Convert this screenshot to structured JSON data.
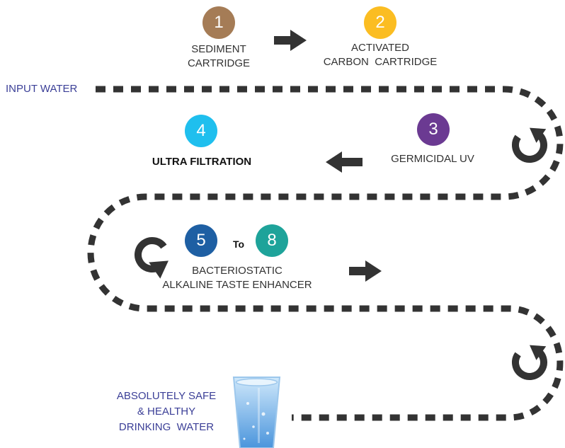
{
  "colors": {
    "path": "#333333",
    "arrow": "#333333",
    "blue_text": "#3b3f97",
    "step1": "#a57c56",
    "step2": "#fbbd22",
    "step3": "#6b3a92",
    "step4": "#1fbfee",
    "step5": "#1e5fa3",
    "step8": "#1ea39a"
  },
  "input_label": "INPUT WATER",
  "steps": [
    {
      "number": "1",
      "lines": [
        "SEDIMENT",
        "CARTRIDGE"
      ]
    },
    {
      "number": "2",
      "lines": [
        "ACTIVATED",
        "CARBON  CARTRIDGE"
      ]
    },
    {
      "number": "3",
      "lines": [
        "GERMICIDAL UV"
      ]
    },
    {
      "number": "4",
      "lines": [
        "ULTRA FILTRATION"
      ]
    },
    {
      "number_from": "5",
      "to_text": "To",
      "number_to": "8",
      "lines": [
        "BACTERIOSTATIC",
        "ALKALINE TASTE ENHANCER"
      ]
    }
  ],
  "output_lines": [
    "ABSOLUTELY SAFE",
    "& HEALTHY",
    "DRINKING  WATER"
  ],
  "icons": {
    "right_arrow": "right-arrow-icon",
    "left_arrow": "left-arrow-icon",
    "curved_arrow": "curved-arrow-icon",
    "glass": "water-glass-icon"
  }
}
